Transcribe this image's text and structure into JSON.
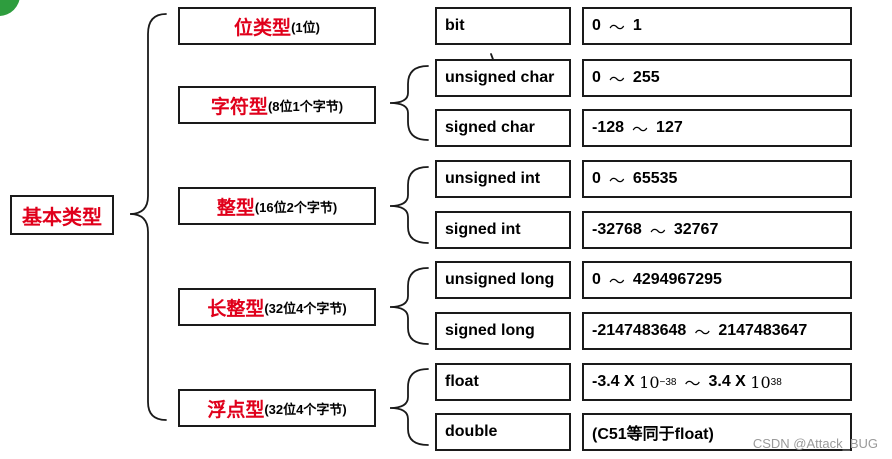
{
  "root": {
    "label": "基本类型"
  },
  "categories": [
    {
      "name": "位类型",
      "detail": "(1位)"
    },
    {
      "name": "字符型",
      "detail": "(8位1个字节)"
    },
    {
      "name": "整型",
      "detail": "(16位2个字节)"
    },
    {
      "name": "长整型",
      "detail": "(32位4个字节)"
    },
    {
      "name": "浮点型",
      "detail": "(32位4个字节)"
    }
  ],
  "rows": [
    {
      "type": "bit",
      "range_min": "0",
      "range_sep": "～",
      "range_max": "1"
    },
    {
      "type": "unsigned char",
      "range_min": "0",
      "range_sep": "～",
      "range_max": "255"
    },
    {
      "type": "signed char",
      "range_min": "-128",
      "range_sep": "～",
      "range_max": "127"
    },
    {
      "type": "unsigned int",
      "range_min": "0",
      "range_sep": "～",
      "range_max": "65535"
    },
    {
      "type": "signed int",
      "range_min": "-32768",
      "range_sep": "～",
      "range_max": "32767"
    },
    {
      "type": "unsigned long",
      "range_min": "0",
      "range_sep": "～",
      "range_max": "4294967295"
    },
    {
      "type": "signed long",
      "range_min": "-2147483648",
      "range_sep": "～",
      "range_max": "2147483647"
    },
    {
      "type": "float",
      "float_min_coef": "-3.4 X",
      "float_base": "10",
      "float_min_exp": "−38",
      "range_sep": "～",
      "float_max_coef": "3.4 X",
      "float_max_exp": "38"
    },
    {
      "type": "double",
      "note": "(C51等同于float)"
    }
  ],
  "watermark": "CSDN @Attack_BUG",
  "colors": {
    "category_text": "#e0001b",
    "border": "#1a1a1a",
    "corner_mark": "#2e9d3e"
  }
}
